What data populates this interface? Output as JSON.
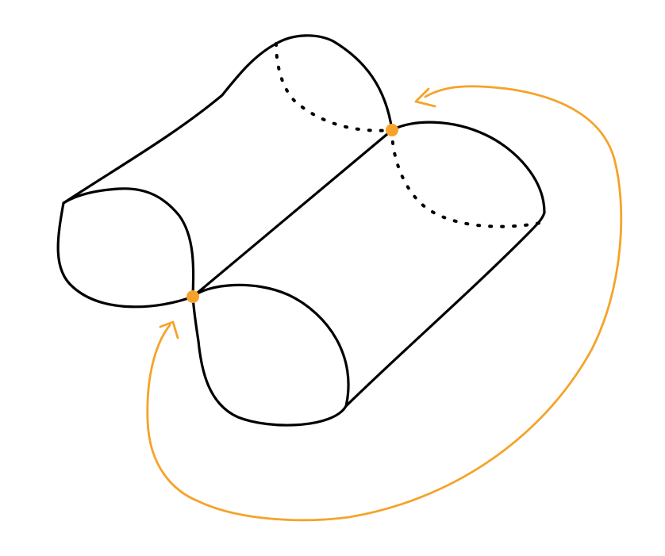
{
  "diagram": {
    "kind": "two cylinders glued along a shared edge (hand-drawn sketch)",
    "colors": {
      "background": "#ffffff",
      "line": "#000000",
      "accent": "#f5a32a"
    },
    "marked_points": 2,
    "arrows": 2
  }
}
